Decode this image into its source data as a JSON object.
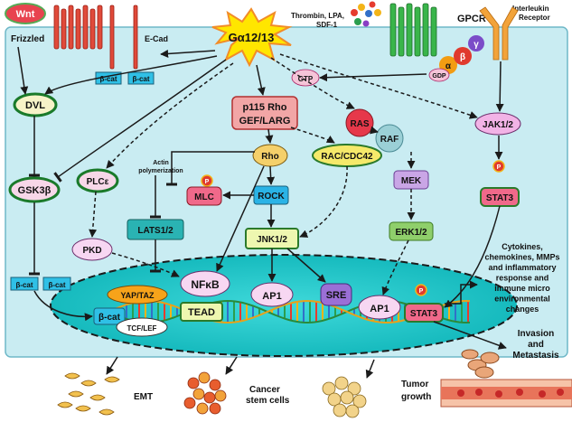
{
  "labels": {
    "wnt": "Wnt",
    "frizzled": "Frizzled",
    "ecad": "E-Cad",
    "ligands": "Thrombin, LPA,",
    "ligands2": "SDF-1",
    "gpcr": "GPCR",
    "il_receptor_1": "Interleukin",
    "il_receptor_2": "Receptor",
    "galpha": "Gα12/13",
    "gtp": "GTP",
    "gdp": "GDP",
    "alpha": "α",
    "beta": "β",
    "gamma": "γ",
    "bcat": "β-cat",
    "dvl": "DVL",
    "gsk3b": "GSK3β",
    "p115_1": "p115 Rho",
    "p115_2": "GEF/LARG",
    "ras": "RAS",
    "raf": "RAF",
    "mek": "MEK",
    "erk": "ERK1/2",
    "jak": "JAK1/2",
    "stat3": "STAT3",
    "p": "P",
    "rho": "Rho",
    "rac": "RAC/CDC42",
    "rock": "ROCK",
    "mlc": "MLC",
    "actin1": "Actin",
    "actin2": "polymerization",
    "plce": "PLCε",
    "pkd": "PKD",
    "lats": "LATS1/2",
    "jnk": "JNK1/2",
    "yaptaz": "YAP/TAZ",
    "nfkb": "NFκB",
    "tead": "TEAD",
    "tcflef": "TCF/LEF",
    "ap1": "AP1",
    "sre": "SRE",
    "cyto": [
      "Cytokines,",
      "chemokines, MMPs",
      "and inflammatory",
      "response and",
      "immune micro",
      "environmental",
      "changes"
    ],
    "invasion1": "Invasion",
    "invasion2": "and",
    "invasion3": "Metastasis",
    "emt": "EMT",
    "cancer1": "Cancer",
    "cancer2": "stem cells",
    "tumor1": "Tumor",
    "tumor2": "growth"
  },
  "colors": {
    "cell": "#c9ecf2",
    "nucleus": "#16c3c6",
    "galpha": "#ffe600",
    "arrow": "#1a1a1a"
  }
}
